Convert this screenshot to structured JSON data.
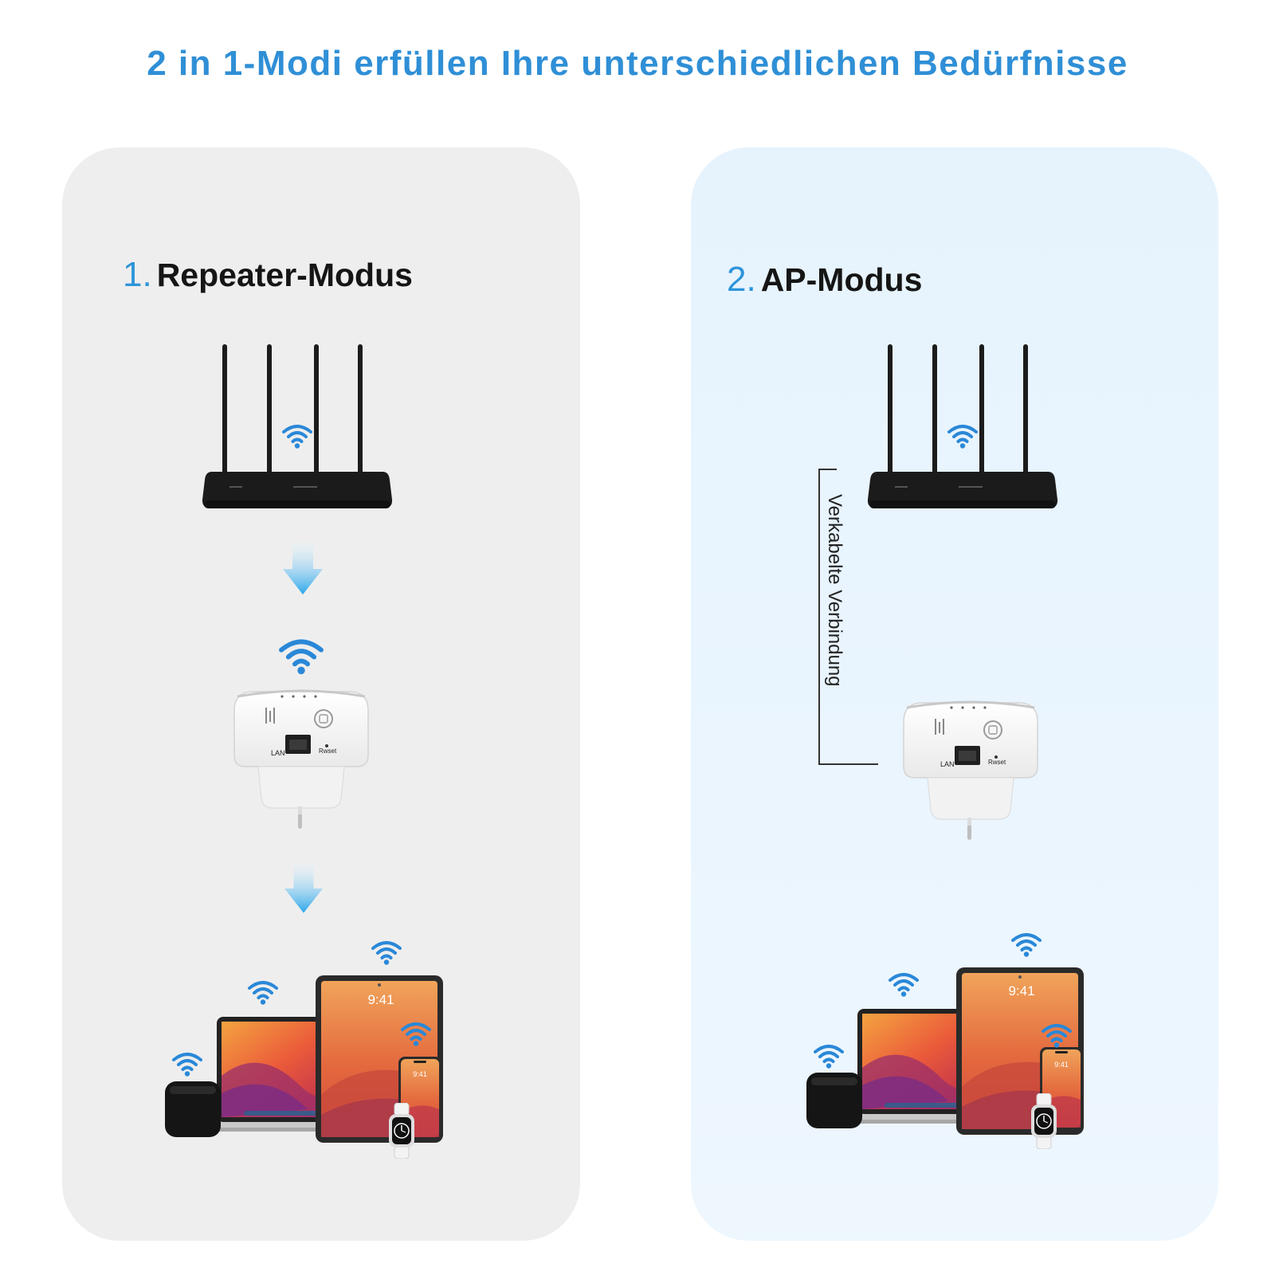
{
  "headline": "2 in 1-Modi erfüllen Ihre unterschiedlichen Bedürfnisse",
  "modes": [
    {
      "number": "1.",
      "label": "Repeater-Modus"
    },
    {
      "number": "2.",
      "label": "AP-Modus"
    }
  ],
  "wired_label": "Verkabelte Verbindung",
  "device": {
    "port_label": "LAN",
    "reset_label": "Rwset"
  },
  "screen_time": "9:41",
  "colors": {
    "accent": "#2f8fd6",
    "wifi": "#2a88d8",
    "panel_left": "#eeeeee",
    "panel_right": "#e6f3fd",
    "router": "#1b1b1b",
    "arrow": "#4ab3ec"
  }
}
